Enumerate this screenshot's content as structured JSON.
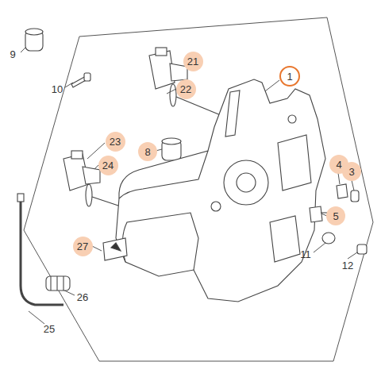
{
  "diagram": {
    "nodes": [
      {
        "text": [
          "21"
        ]
      },
      {
        "text": [
          "22"
        ]
      },
      {
        "text": [
          "1"
        ]
      },
      {
        "text": [
          "8"
        ]
      },
      {
        "text": [
          "23"
        ]
      },
      {
        "text": [
          "24"
        ]
      },
      {
        "text": [
          "4"
        ]
      },
      {
        "text": [
          "3"
        ]
      },
      {
        "text": [
          "5"
        ]
      },
      {
        "text": [
          "27"
        ]
      }
    ],
    "labels": [
      "9",
      "10",
      "11",
      "12",
      "25",
      "26"
    ]
  }
}
